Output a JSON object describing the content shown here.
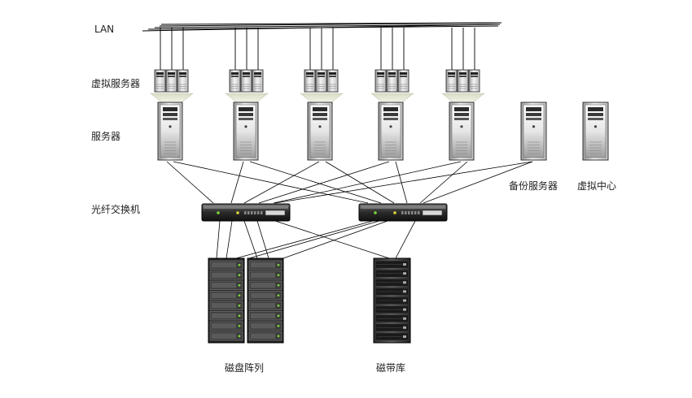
{
  "labels": {
    "lan": "LAN",
    "virtual_servers": "虚拟服务器",
    "servers": "服务器",
    "fiber_switch": "光纤交换机",
    "backup_server": "备份服务器",
    "virtual_center": "虚拟中心",
    "disk_array": "磁盘阵列",
    "tape_library": "磁带库"
  },
  "nodes": {
    "virtual_server_groups": 5,
    "servers": 5,
    "fiber_switches": 2,
    "disk_array_units": 2,
    "tape_library_units": 1
  }
}
